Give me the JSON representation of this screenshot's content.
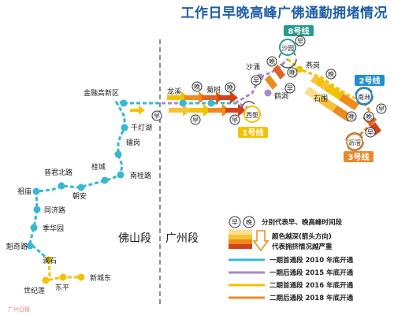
{
  "title": "工作日早晚高峰广佛通勤拥堵情况",
  "segments": {
    "foshan": "佛山段",
    "guangzhou": "广州段"
  },
  "lines": {
    "line1": {
      "label": "1号线",
      "color": "#f2c200"
    },
    "line2": {
      "label": "2号线",
      "color": "#1f8fd0"
    },
    "line3": {
      "label": "3号线",
      "color": "#ea8a2a"
    },
    "line8": {
      "label": "8号线",
      "color": "#2a9a8c"
    }
  },
  "stations": {
    "jinrong": "金融高新区",
    "qiandenghu": "千灯湖",
    "leigang": "礌岗",
    "guicheng": "桂城",
    "nanguilu": "南桂路",
    "pujunbeilu": "普君北路",
    "chaoan": "朝安",
    "zumiao": "祖庙",
    "tongjilu": "同济路",
    "jihuayuan": "季华园",
    "kuiqilu": "魁奇路",
    "lanshi": "澜石",
    "shijilian": "世纪莲",
    "dongping": "东平",
    "xinchengdong": "新城东",
    "longxi": "龙溪",
    "jushu": "菊树",
    "xilang": "西塱",
    "shachong": "沙涌",
    "hedong": "鹤洞",
    "shayuan": "沙园",
    "yangang": "燕岗",
    "shiwei": "石围",
    "nanzhou": "南洲",
    "lijiao": "沥滘"
  },
  "badges": {
    "morning": "早",
    "evening": "晚"
  },
  "legend": {
    "badge_desc": "分别代表早、晚高峰时间段",
    "congestion_desc_1": "颜色越深(箭头方向)",
    "congestion_desc_2": "代表拥挤情况越严重",
    "phases": [
      {
        "label": "一期首通段 2010 年底开通",
        "color": "#39b7d4"
      },
      {
        "label": "一期后通段 2015 年底开通",
        "color": "#a98bc9"
      },
      {
        "label": "二期首通段 2016 年底开通",
        "color": "#f2c200"
      },
      {
        "label": "二期后通段 2018 年底开通",
        "color": "#ea8a2a"
      }
    ]
  },
  "colors": {
    "dark": "#d2421a",
    "mid": "#ef8a1c",
    "light": "#f7c23a",
    "pale": "#fbe08c"
  },
  "watermark": "广州日报"
}
